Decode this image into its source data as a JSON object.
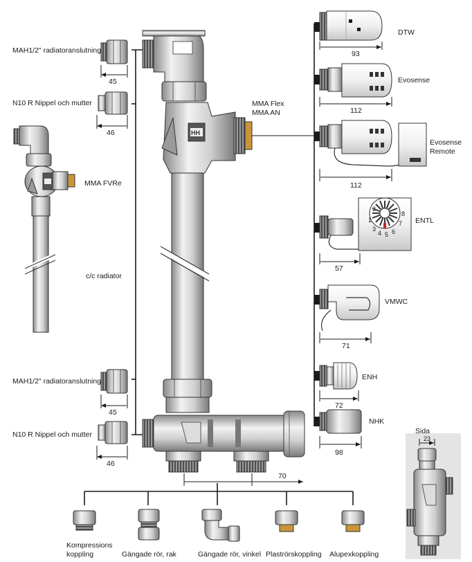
{
  "labels": {
    "mah_top": "MAH1/2\" radiatoranslutning",
    "n10_top": "N10 R Nippel och mutter",
    "mma_flex": "MMA Flex",
    "mma_an": "MMA AN",
    "mma_fvre": "MMA FVRe",
    "cc_radiator": "c/c radiator",
    "mah_bottom": "MAH1/2\" radiatoranslutning",
    "n10_bottom": "N10 R Nippel och mutter",
    "dtw": "DTW",
    "evosense": "Evosense",
    "evosense_remote_1": "Evosense",
    "evosense_remote_2": "Remote",
    "entl": "ENTL",
    "vmwc": "VMWC",
    "enh": "ENH",
    "nhk": "NHK",
    "sida": "Sida",
    "kompressions_1": "Kompressions",
    "kompressions_2": "koppling",
    "gangade_rak": "Gängade rör, rak",
    "gangade_vinkel": "Gängade rör, vinkel",
    "plastror": "Plaströrskoppling",
    "alupex": "Alupexkoppling",
    "logo": "HH"
  },
  "dimensions": {
    "mah_top": "45",
    "n10_top": "46",
    "mah_bottom": "45",
    "n10_bottom": "46",
    "dtw": "93",
    "evosense": "112",
    "evosense_remote": "112",
    "entl": "57",
    "vmwc": "71",
    "enh": "72",
    "nhk": "98",
    "manifold": "70",
    "sida": "23"
  },
  "dial_numbers": [
    "1",
    "2",
    "3",
    "4",
    "5",
    "6",
    "7",
    "8"
  ],
  "colors": {
    "metal_light": "#e6e6e6",
    "metal_mid": "#b9b9b9",
    "metal_dark": "#7d7d7d",
    "line": "#1a1a1a",
    "brass": "#c8953a",
    "dial_red": "#cc2222"
  }
}
